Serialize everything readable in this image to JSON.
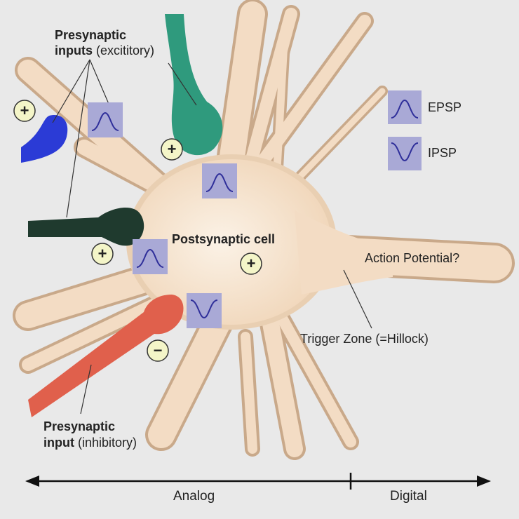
{
  "labels": {
    "presynaptic_excitatory_1": "Presynaptic",
    "presynaptic_excitatory_2_bold": "inputs",
    "presynaptic_excitatory_2_rest": "(excititory)",
    "postsynaptic": "Postsynaptic cell",
    "action_potential": "Action Potential?",
    "trigger_zone": "Trigger Zone (=Hillock)",
    "presynaptic_inhibitory_1": "Presynaptic",
    "presynaptic_inhibitory_2_bold": "input",
    "presynaptic_inhibitory_2_rest": "(inhibitory)"
  },
  "legend": {
    "epsp": "EPSP",
    "ipsp": "IPSP"
  },
  "signs": {
    "plus": "+",
    "minus": "−"
  },
  "axis": {
    "analog": "Analog",
    "digital": "Digital"
  },
  "colors": {
    "background": "#e9e9e9",
    "cell_body": "#f3dcc4",
    "cell_edge": "#c9a98a",
    "terminal_blue": "#2b3bd6",
    "terminal_green": "#2f9a7d",
    "terminal_dark": "#1f3a2e",
    "terminal_red": "#e0604c",
    "psp_box": "#a9a9d6",
    "psp_wave": "#2f2f9a",
    "sign_fill": "#f4f5c8"
  }
}
